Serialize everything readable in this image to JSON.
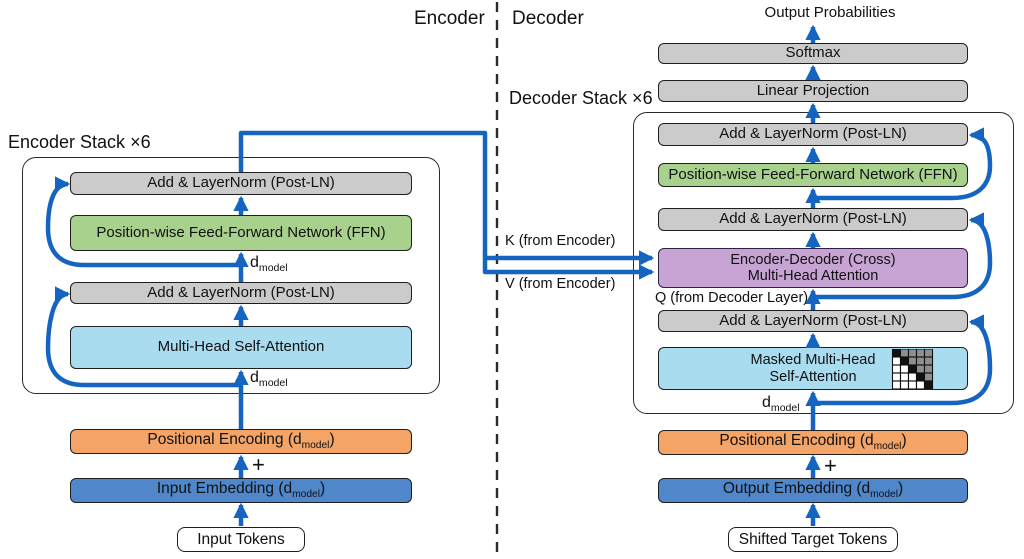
{
  "header": {
    "encoder_section": "Encoder",
    "decoder_section": "Decoder",
    "output_probabilities": "Output Probabilities"
  },
  "encoder": {
    "stack_label": "Encoder Stack ×6",
    "add_norm_top": "Add & LayerNorm (Post-LN)",
    "ffn": "Position-wise Feed-Forward Network (FFN)",
    "add_norm_bottom": "Add & LayerNorm (Post-LN)",
    "self_attention": "Multi-Head Self-Attention",
    "positional_encoding": {
      "prefix": "Positional Encoding (d",
      "sub": "model",
      "suffix": ")"
    },
    "embedding": {
      "prefix": "Input Embedding (d",
      "sub": "model",
      "suffix": ")"
    },
    "input_tokens": "Input Tokens",
    "plus": "+"
  },
  "decoder": {
    "stack_label": "Decoder Stack ×6",
    "softmax": "Softmax",
    "linear_projection": "Linear Projection",
    "add_norm_1": "Add & LayerNorm (Post-LN)",
    "ffn": "Position-wise Feed-Forward Network (FFN)",
    "add_norm_2": "Add & LayerNorm (Post-LN)",
    "cross_attention": {
      "line1": "Encoder-Decoder (Cross)",
      "line2": "Multi-Head Attention"
    },
    "add_norm_3": "Add & LayerNorm (Post-LN)",
    "masked_attention": {
      "line1": "Masked Multi-Head",
      "line2": "Self-Attention"
    },
    "positional_encoding": {
      "prefix": "Positional Encoding (d",
      "sub": "model",
      "suffix": ")"
    },
    "embedding": {
      "prefix": "Output Embedding (d",
      "sub": "model",
      "suffix": ")"
    },
    "shifted_tokens": "Shifted Target Tokens",
    "plus": "+"
  },
  "connections": {
    "k_label": "K (from Encoder)",
    "v_label": "V (from Encoder)",
    "q_label": "Q (from Decoder Layer)"
  },
  "labels": {
    "d_model": {
      "prefix": "d",
      "sub": "model"
    }
  },
  "colors": {
    "arrow_blue": "#1565c0",
    "layernorm_gray": "#cbcbcb",
    "ffn_green": "#a9d18e",
    "attention_light_blue": "#aadcf0",
    "cross_attention_purple": "#c8a4d4",
    "positional_orange": "#f4a467",
    "embedding_blue": "#4f87ca"
  }
}
